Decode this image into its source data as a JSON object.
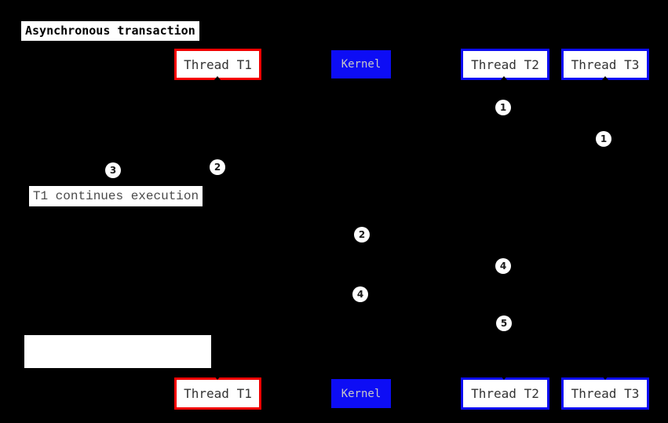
{
  "diagram": {
    "type": "sequence-diagram",
    "title": "Asynchronous transaction",
    "participants": [
      {
        "label": "Thread T1",
        "style": "red-border"
      },
      {
        "label": "Kernel",
        "style": "blue-filled"
      },
      {
        "label": "Thread T2",
        "style": "blue-border"
      },
      {
        "label": "Thread T3",
        "style": "blue-border"
      }
    ],
    "notes": [
      {
        "text": "T1 continues execution"
      },
      {
        "text": ""
      }
    ],
    "markers": [
      {
        "label": "1"
      },
      {
        "label": "1"
      },
      {
        "label": "2"
      },
      {
        "label": "3"
      },
      {
        "label": "2"
      },
      {
        "label": "4"
      },
      {
        "label": "4"
      },
      {
        "label": "5"
      }
    ],
    "colors": {
      "background": "#000000",
      "red_accent": "#F50000",
      "blue_accent": "#0D0DF5",
      "box_bg": "#FFFFFF",
      "box_text": "#333333",
      "kernel_text": "#C8C8C8",
      "note_text": "#4A4A4A",
      "title_text": "#000000"
    }
  }
}
